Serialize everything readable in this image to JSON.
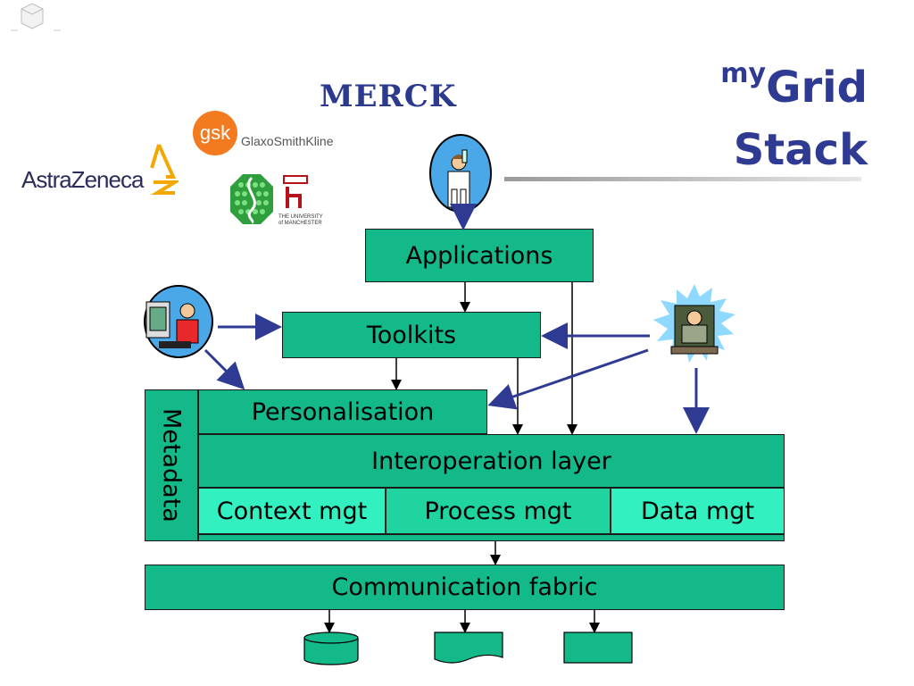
{
  "title": {
    "prefix": "my",
    "line1": "Grid",
    "line2": "Stack"
  },
  "logos": {
    "merck": "MERCK",
    "gsk": "gsk",
    "gsk_name": "GlaxoSmithKline",
    "astrazeneca": "AstraZeneca",
    "manchester_line1": "THE UNIVERSITY",
    "manchester_line2": "of MANCHESTER"
  },
  "layers": {
    "applications": "Applications",
    "toolkits": "Toolkits",
    "personalisation": "Personalisation",
    "metadata": "Metadata",
    "interoperation": "Interoperation layer",
    "context": "Context mgt",
    "process": "Process mgt",
    "data": "Data mgt",
    "communication": "Communication fabric"
  },
  "icons": {
    "scientist": "scientist-clipart-icon",
    "user": "user-at-computer-clipart-icon",
    "developer": "developer-at-computer-clipart-icon",
    "database": "database-cylinder-icon",
    "document": "document-icon",
    "store": "storage-box-icon"
  },
  "colors": {
    "title": "#2f3b93",
    "arrow": "#2f3b93",
    "box": "#14b98a",
    "box_light": "#33f0c0"
  }
}
